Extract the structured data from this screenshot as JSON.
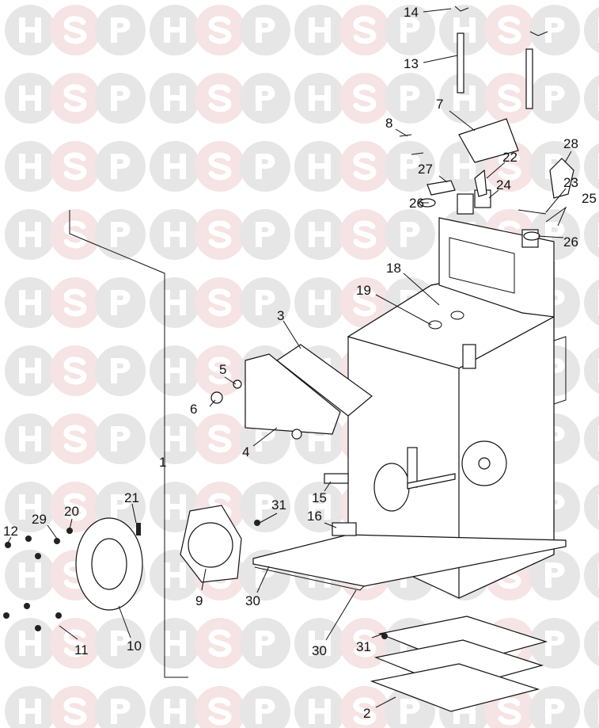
{
  "watermark": {
    "letters": [
      "H",
      "S",
      "P"
    ],
    "circle_color": "#e6e6e6",
    "accent_circle_color": "#f6e3e3"
  },
  "callouts": [
    {
      "id": "14",
      "label": "14"
    },
    {
      "id": "13",
      "label": "13"
    },
    {
      "id": "7",
      "label": "7"
    },
    {
      "id": "8",
      "label": "8"
    },
    {
      "id": "28",
      "label": "28"
    },
    {
      "id": "22",
      "label": "22"
    },
    {
      "id": "27",
      "label": "27"
    },
    {
      "id": "24",
      "label": "24"
    },
    {
      "id": "23",
      "label": "23"
    },
    {
      "id": "25",
      "label": "25"
    },
    {
      "id": "26a",
      "label": "26"
    },
    {
      "id": "26b",
      "label": "26"
    },
    {
      "id": "18",
      "label": "18"
    },
    {
      "id": "19",
      "label": "19"
    },
    {
      "id": "3",
      "label": "3"
    },
    {
      "id": "5",
      "label": "5"
    },
    {
      "id": "6",
      "label": "6"
    },
    {
      "id": "4",
      "label": "4"
    },
    {
      "id": "1",
      "label": "1"
    },
    {
      "id": "21",
      "label": "21"
    },
    {
      "id": "15",
      "label": "15"
    },
    {
      "id": "31a",
      "label": "31"
    },
    {
      "id": "20",
      "label": "20"
    },
    {
      "id": "29",
      "label": "29"
    },
    {
      "id": "16",
      "label": "16"
    },
    {
      "id": "12",
      "label": "12"
    },
    {
      "id": "9",
      "label": "9"
    },
    {
      "id": "30a",
      "label": "30"
    },
    {
      "id": "30b",
      "label": "30"
    },
    {
      "id": "31b",
      "label": "31"
    },
    {
      "id": "11",
      "label": "11"
    },
    {
      "id": "10",
      "label": "10"
    },
    {
      "id": "2",
      "label": "2"
    }
  ]
}
